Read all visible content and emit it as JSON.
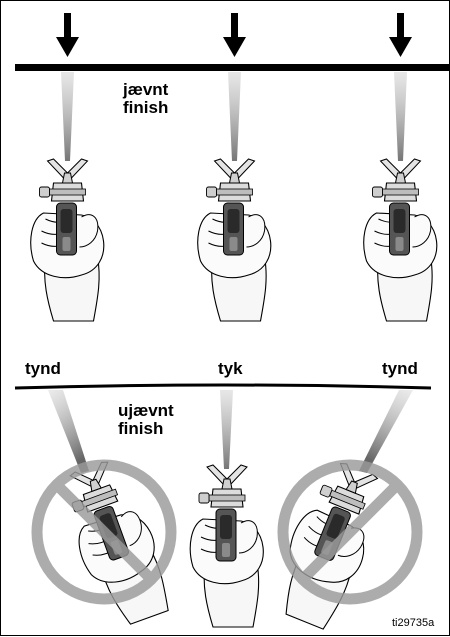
{
  "figure": {
    "top_label_line1": "jævnt",
    "top_label_line2": "finish",
    "bottom_label_line1": "ujævnt",
    "bottom_label_line2": "finish",
    "thickness_left": "tynd",
    "thickness_center": "tyk",
    "thickness_right": "tynd",
    "figure_id": "ti29735a"
  },
  "colors": {
    "ink": "#000000",
    "prohibited_circle": "#9a9a9a",
    "spray": "#8c8c8c"
  },
  "icons": [
    "down-arrow-icon",
    "spray-gun-icon",
    "prohibited-icon"
  ]
}
